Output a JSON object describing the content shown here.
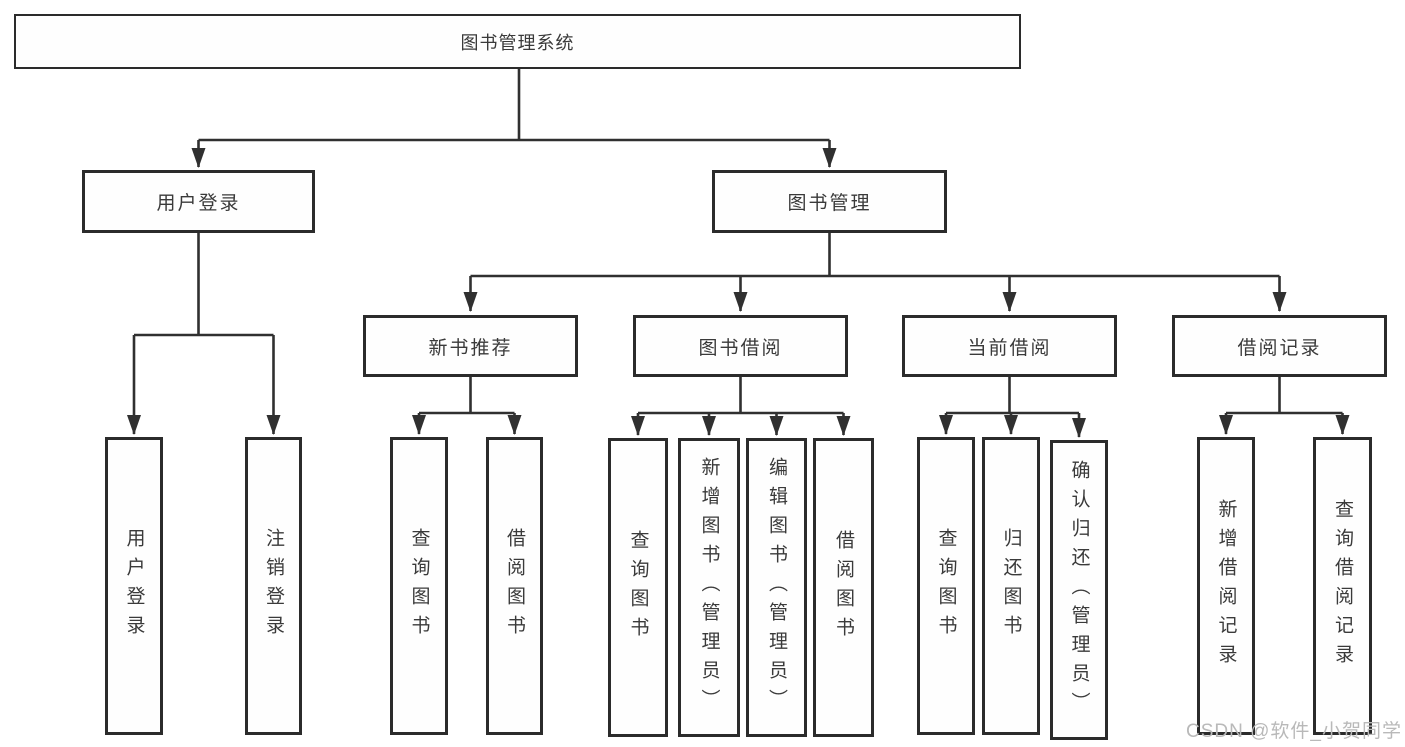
{
  "diagram": {
    "title": "图书管理系统",
    "type": "hierarchy-tree",
    "colors": {
      "background": "#ffffff",
      "line": "#303030",
      "box_border": "#2b2b2b",
      "text": "#3a3a3a",
      "watermark_text": "#b9b9b9"
    },
    "nodes": {
      "root": "图书管理系统",
      "user_login": "用户登录",
      "book_mgmt": "图书管理",
      "new_book_rec": "新书推荐",
      "book_borrow": "图书借阅",
      "current_borrow": "当前借阅",
      "borrow_records": "借阅记录",
      "leaf_user_login": "用户登录",
      "leaf_logout": "注销登录",
      "leaf_query_book_1": "查询图书",
      "leaf_borrow_book_1": "借阅图书",
      "leaf_query_book_2": "查询图书",
      "leaf_add_book": "新增图书（管理员）",
      "leaf_edit_book": "编辑图书（管理员）",
      "leaf_borrow_book_2": "借阅图书",
      "leaf_query_book_3": "查询图书",
      "leaf_return_book": "归还图书",
      "leaf_confirm_return": "确认归还（管理员）",
      "leaf_add_borrow_record": "新增借阅记录",
      "leaf_query_borrow_record": "查询借阅记录"
    },
    "hierarchy": {
      "图书管理系统": {
        "用户登录": [
          "用户登录",
          "注销登录"
        ],
        "图书管理": {
          "新书推荐": [
            "查询图书",
            "借阅图书"
          ],
          "图书借阅": [
            "查询图书",
            "新增图书（管理员）",
            "编辑图书（管理员）",
            "借阅图书"
          ],
          "当前借阅": [
            "查询图书",
            "归还图书",
            "确认归还（管理员）"
          ],
          "借阅记录": [
            "新增借阅记录",
            "查询借阅记录"
          ]
        }
      }
    },
    "watermark": "CSDN @软件_小贺同学"
  }
}
